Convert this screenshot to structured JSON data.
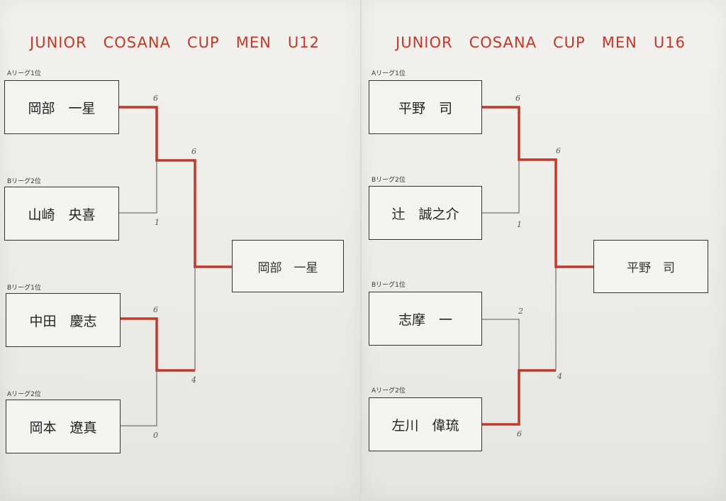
{
  "left": {
    "title": "JUNIOR   COSANA   CUP   MEN   U12",
    "players": [
      {
        "seed": "Aリーグ1位",
        "name": "岡部　一星"
      },
      {
        "seed": "Bリーグ2位",
        "name": "山崎　央喜"
      },
      {
        "seed": "Bリーグ1位",
        "name": "中田　慶志"
      },
      {
        "seed": "Aリーグ2位",
        "name": "岡本　遼真"
      }
    ],
    "scores": {
      "m1_top": "6",
      "m1_bottom": "1",
      "m2_top": "6",
      "m2_bottom": "0",
      "final_top": "6",
      "final_bottom": "4"
    },
    "champion": "岡部　一星"
  },
  "right": {
    "title": "JUNIOR   COSANA   CUP   MEN   U16",
    "players": [
      {
        "seed": "Aリーグ1位",
        "name": "平野　司"
      },
      {
        "seed": "Bリーグ2位",
        "name": "辻　誠之介"
      },
      {
        "seed": "Bリーグ1位",
        "name": "志摩　一"
      },
      {
        "seed": "Aリーグ2位",
        "name": "左川　偉琉"
      }
    ],
    "scores": {
      "m1_top": "6",
      "m1_bottom": "1",
      "m2_top": "2",
      "m2_bottom": "6",
      "final_top": "6",
      "final_bottom": "4"
    },
    "champion": "平野　司"
  },
  "colors": {
    "title": "#c0392b",
    "winner_line": "#c0392b",
    "line": "#555555"
  }
}
